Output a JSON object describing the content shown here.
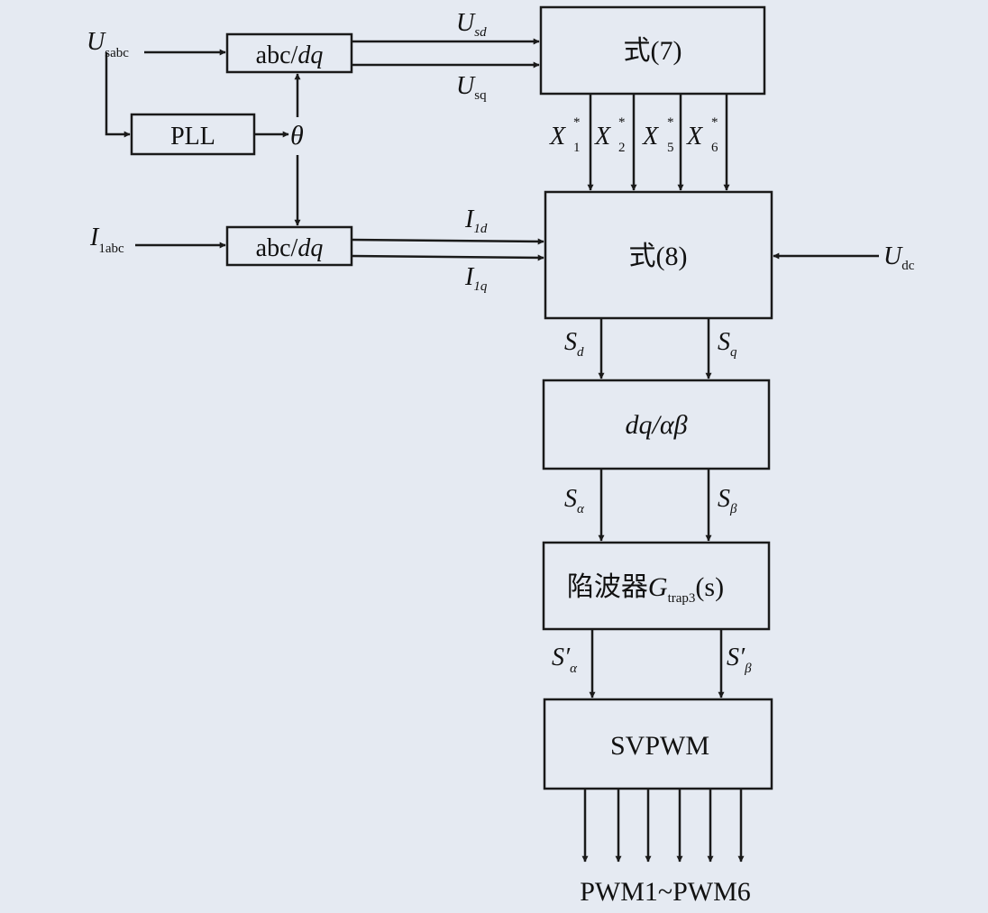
{
  "blocks": {
    "abc_dq_top": {
      "prefix": "abc/",
      "suffix": "dq"
    },
    "pll": "PLL",
    "abc_dq_bottom": {
      "prefix": "abc/",
      "suffix": "dq"
    },
    "eq7": "式(7)",
    "eq8": "式(8)",
    "dq_ab": "dq/αβ",
    "trap": {
      "prefix": "陷波器",
      "var": "G",
      "sub": "trap3",
      "arg": "(s)"
    },
    "svpwm": "SVPWM"
  },
  "signals": {
    "usabc": {
      "main": "U",
      "sub": "sabc"
    },
    "i1abc": {
      "main": "I",
      "sub": "1abc"
    },
    "theta": "θ",
    "usd": {
      "main": "U",
      "sub": "sd"
    },
    "usq": {
      "main": "U",
      "sub": "sq"
    },
    "i1d": {
      "main": "I",
      "sub": "1d"
    },
    "i1q": {
      "main": "I",
      "sub": "1q"
    },
    "udc": {
      "main": "U",
      "sub": "dc"
    },
    "x1": {
      "main": "X",
      "sup": "*",
      "sub": "1"
    },
    "x2": {
      "main": "X",
      "sup": "*",
      "sub": "2"
    },
    "x5": {
      "main": "X",
      "sup": "*",
      "sub": "5"
    },
    "x6": {
      "main": "X",
      "sup": "*",
      "sub": "6"
    },
    "sd": {
      "main": "S",
      "sub": "d"
    },
    "sq": {
      "main": "S",
      "sub": "q"
    },
    "salpha": {
      "main": "S",
      "sub": "α"
    },
    "sbeta": {
      "main": "S",
      "sub": "β"
    },
    "salpha_p": {
      "main": "S′",
      "sub": "α"
    },
    "sbeta_p": {
      "main": "S′",
      "sub": "β"
    },
    "pwm": "PWM1~PWM6"
  },
  "colors": {
    "background": "#e5eaf2",
    "stroke": "#1a1a1a"
  }
}
